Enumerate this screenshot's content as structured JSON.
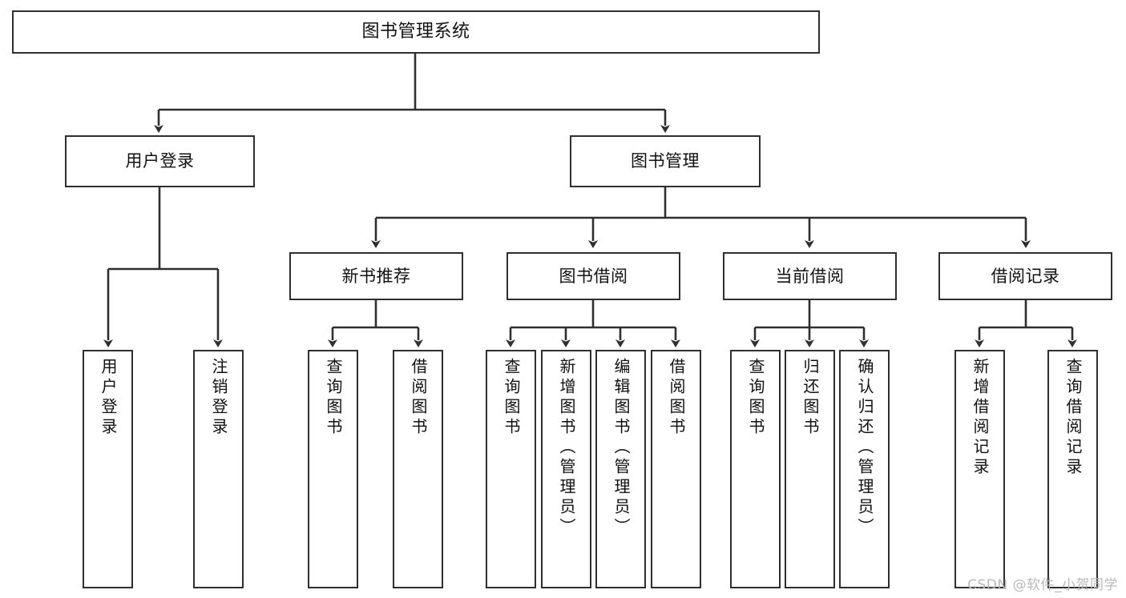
{
  "diagram": {
    "title": "图书管理系统",
    "watermark": "CSDN @软件_小贺同学",
    "stroke_color": "#2f2f2f",
    "text_color": "#111111",
    "background_color": "#ffffff",
    "watermark_color": "#b9b9b9"
  },
  "nodes": {
    "root": {
      "label": "图书管理系统"
    },
    "level2": [
      {
        "label": "用户登录"
      },
      {
        "label": "图书管理"
      }
    ],
    "level3": [
      {
        "label": "新书推荐"
      },
      {
        "label": "图书借阅"
      },
      {
        "label": "当前借阅"
      },
      {
        "label": "借阅记录"
      }
    ],
    "leaves": {
      "user_login": [
        {
          "label": "用户登录"
        },
        {
          "label": "注销登录"
        }
      ],
      "new_book": [
        {
          "label": "查询图书"
        },
        {
          "label": "借阅图书"
        }
      ],
      "book_borrow": [
        {
          "label": "查询图书"
        },
        {
          "label": "新增图书（管理员）"
        },
        {
          "label": "编辑图书（管理员）"
        },
        {
          "label": "借阅图书"
        }
      ],
      "current_borrow": [
        {
          "label": "查询图书"
        },
        {
          "label": "归还图书"
        },
        {
          "label": "确认归还（管理员）"
        }
      ],
      "borrow_record": [
        {
          "label": "新增借阅记录"
        },
        {
          "label": "查询借阅记录"
        }
      ]
    }
  }
}
